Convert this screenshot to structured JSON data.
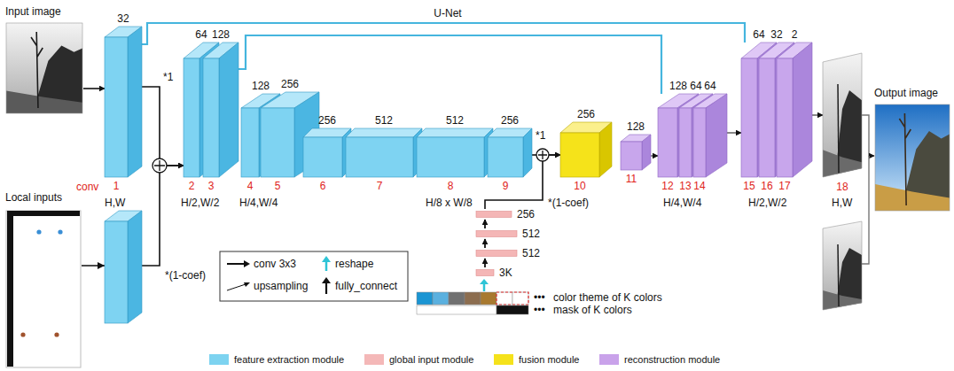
{
  "diagram": {
    "nodes": [
      {
        "text": [
          "Input image"
        ]
      },
      {
        "text": [
          "Local inputs"
        ]
      },
      {
        "text": [
          "32",
          "1"
        ]
      },
      {
        "text": [
          "64",
          "2"
        ]
      },
      {
        "text": [
          "128",
          "3"
        ]
      },
      {
        "text": [
          "128",
          "4"
        ]
      },
      {
        "text": [
          "256",
          "5"
        ]
      },
      {
        "text": [
          "256",
          "6"
        ]
      },
      {
        "text": [
          "512",
          "7"
        ]
      },
      {
        "text": [
          "512",
          "8"
        ]
      },
      {
        "text": [
          "256",
          "9"
        ]
      },
      {
        "text": [
          "256",
          "10"
        ]
      },
      {
        "text": [
          "128",
          "11"
        ]
      },
      {
        "text": [
          "128",
          "12"
        ]
      },
      {
        "text": [
          "64",
          "13"
        ]
      },
      {
        "text": [
          "64",
          "14"
        ]
      },
      {
        "text": [
          "64",
          "15"
        ]
      },
      {
        "text": [
          "32",
          "16"
        ]
      },
      {
        "text": [
          "2",
          "17"
        ]
      },
      {
        "text": [
          "18"
        ]
      },
      {
        "text": [
          "Output image"
        ]
      },
      {
        "text": [
          "256"
        ]
      },
      {
        "text": [
          "512"
        ]
      },
      {
        "text": [
          "512"
        ]
      },
      {
        "text": [
          "3K"
        ]
      }
    ],
    "edges": [
      {
        "from": 0,
        "to": 2,
        "arrow": "to"
      },
      {
        "from": 1,
        "to": 3,
        "arrow": "to"
      },
      {
        "from": 2,
        "to": 3,
        "arrow": "to"
      },
      {
        "from": 2,
        "to": 16,
        "arrow": "none",
        "label": "U-Net"
      },
      {
        "from": 4,
        "to": 13,
        "arrow": "none"
      },
      {
        "from": 10,
        "to": 11,
        "arrow": "to"
      },
      {
        "from": 21,
        "to": 11,
        "arrow": "to"
      },
      {
        "from": 12,
        "to": 13,
        "arrow": "to"
      },
      {
        "from": 15,
        "to": 16,
        "arrow": "to"
      },
      {
        "from": 18,
        "to": 19,
        "arrow": "to"
      },
      {
        "from": 19,
        "to": 20,
        "arrow": "to"
      },
      {
        "from": 24,
        "to": 23,
        "arrow": "to"
      },
      {
        "from": 23,
        "to": 22,
        "arrow": "to"
      },
      {
        "from": 22,
        "to": 21,
        "arrow": "to"
      }
    ],
    "labels": [
      "conv",
      "H,W",
      "H/2,W/2",
      "H/4,W/4",
      "H/8 x W/8",
      "H/4,W/4",
      "H/2,W/2",
      "H,W",
      "*1",
      "*(1-coef)",
      "*1",
      "*(1-coef)",
      "•••",
      "color theme of K colors",
      "•••",
      "mask of K colors"
    ],
    "legend": [
      {
        "text": "conv 3x3"
      },
      {
        "text": "reshape"
      },
      {
        "text": "upsampling"
      },
      {
        "text": "fully_connect"
      },
      {
        "text": "feature extraction module",
        "color": "#7dd3f0"
      },
      {
        "text": "global input module",
        "color": "#f4b8b8"
      },
      {
        "text": "fusion module",
        "color": "#f5e21b"
      },
      {
        "text": "reconstruction module",
        "color": "#c9a2ea"
      }
    ]
  }
}
